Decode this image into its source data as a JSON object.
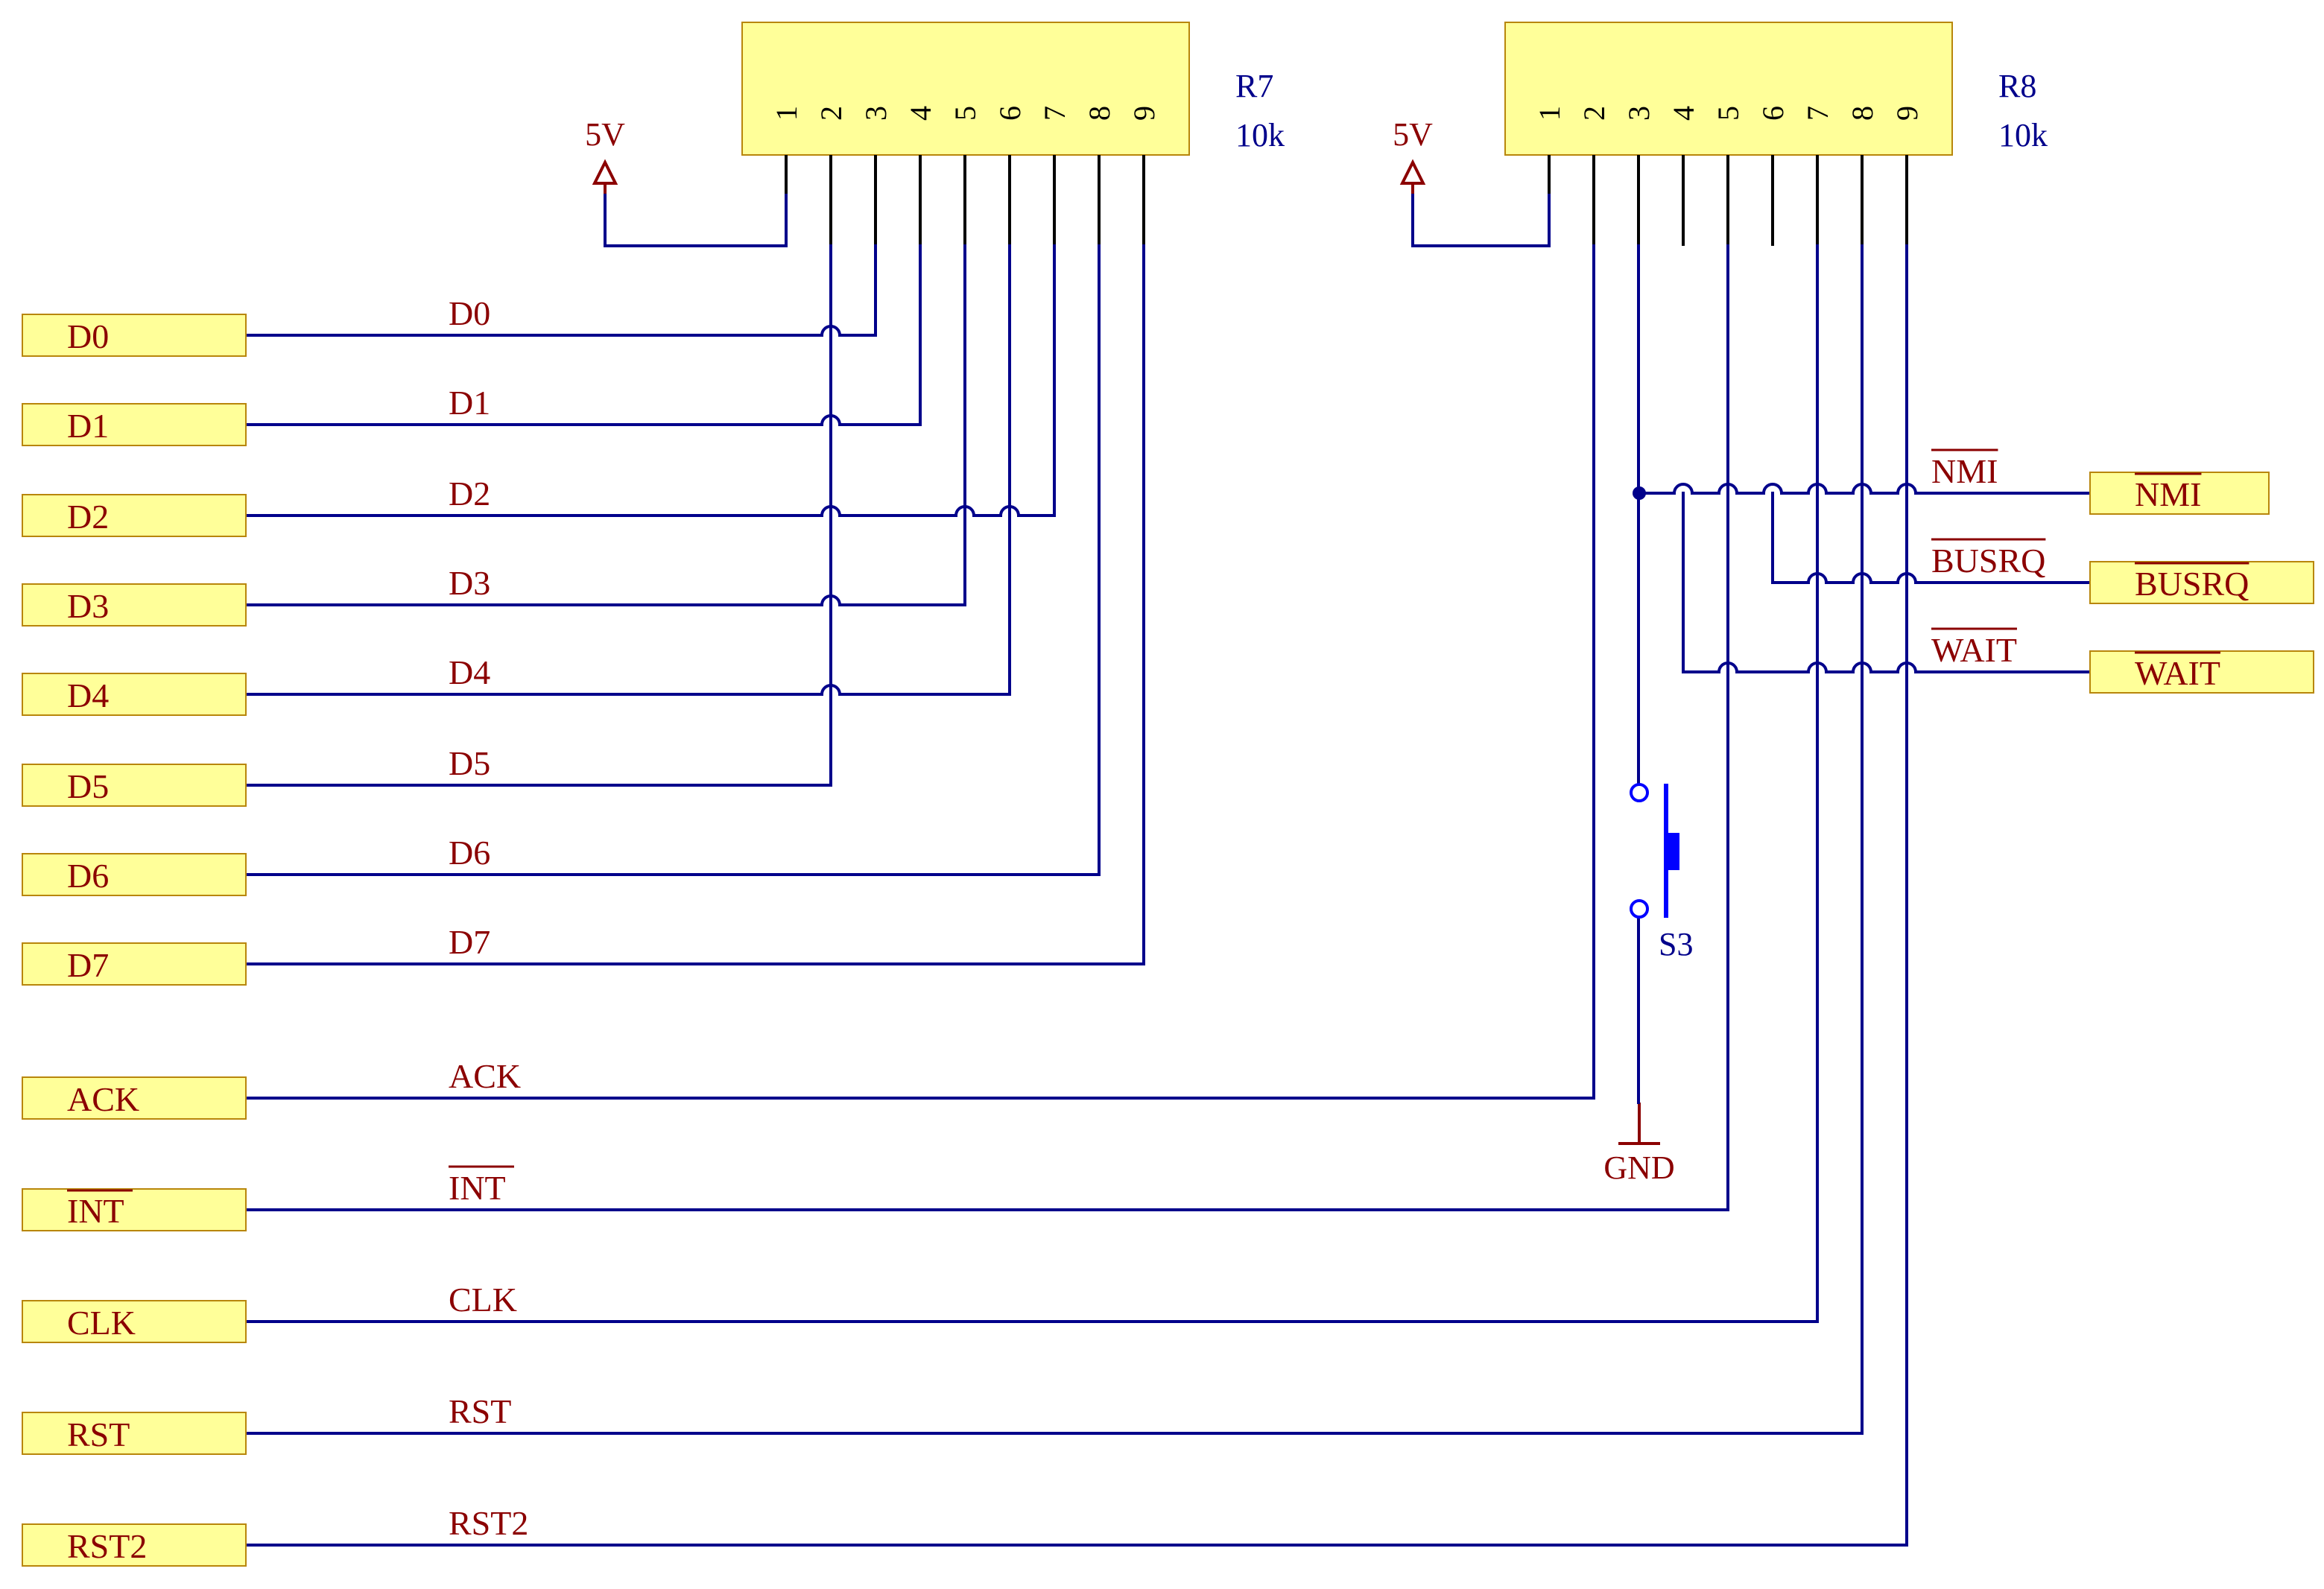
{
  "components": {
    "r7": {
      "ref": "R7",
      "value": "10k"
    },
    "r8": {
      "ref": "R8",
      "value": "10k"
    },
    "s3": {
      "ref": "S3"
    }
  },
  "pins": [
    "1",
    "2",
    "3",
    "4",
    "5",
    "6",
    "7",
    "8",
    "9"
  ],
  "power": {
    "r7_supply": "5V",
    "r8_supply": "5V",
    "ground": "GND"
  },
  "ports_left": [
    {
      "label": "D0",
      "net": "D0",
      "overline": false
    },
    {
      "label": "D1",
      "net": "D1",
      "overline": false
    },
    {
      "label": "D2",
      "net": "D2",
      "overline": false
    },
    {
      "label": "D3",
      "net": "D3",
      "overline": false
    },
    {
      "label": "D4",
      "net": "D4",
      "overline": false
    },
    {
      "label": "D5",
      "net": "D5",
      "overline": false
    },
    {
      "label": "D6",
      "net": "D6",
      "overline": false
    },
    {
      "label": "D7",
      "net": "D7",
      "overline": false
    },
    {
      "label": "ACK",
      "net": "ACK",
      "overline": false
    },
    {
      "label": "INT",
      "net": "INT",
      "overline": true
    },
    {
      "label": "CLK",
      "net": "CLK",
      "overline": false
    },
    {
      "label": "RST",
      "net": "RST",
      "overline": false
    },
    {
      "label": "RST2",
      "net": "RST2",
      "overline": false
    }
  ],
  "ports_right": [
    {
      "label": "NMI",
      "net": "NMI",
      "overline": true
    },
    {
      "label": "BUSRQ",
      "net": "BUSRQ",
      "overline": true
    },
    {
      "label": "WAIT",
      "net": "WAIT",
      "overline": true
    }
  ],
  "colors": {
    "wire": "#00008b",
    "label_text": "#8b0000",
    "designator_text": "#00008b",
    "component_fill": "#ffff99",
    "switch": "#0000ff"
  }
}
